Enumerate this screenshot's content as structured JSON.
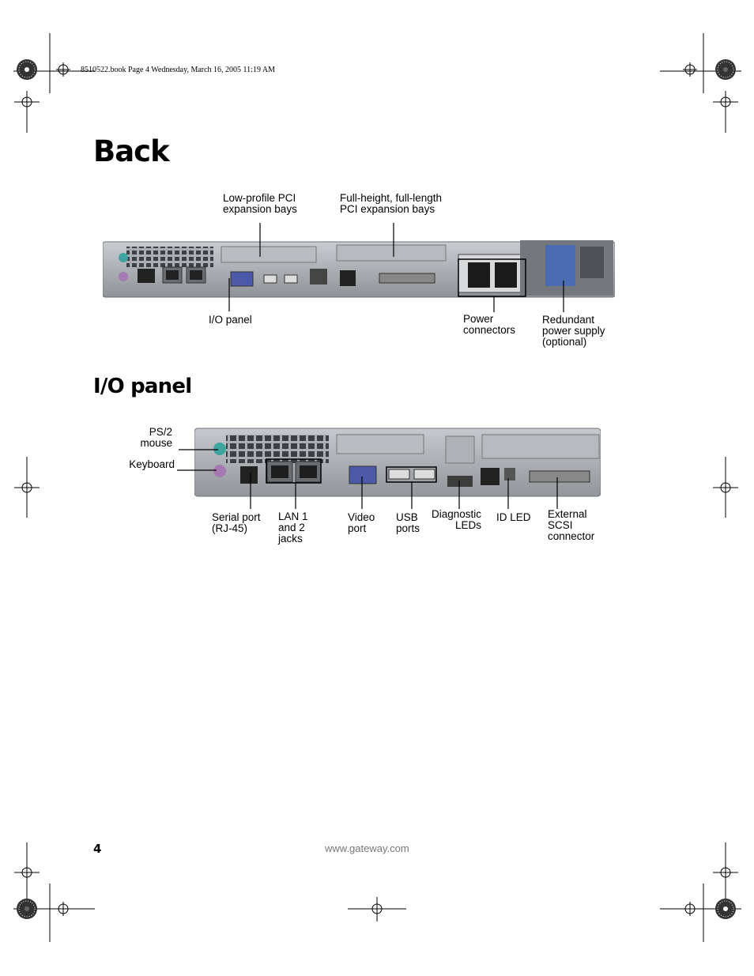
{
  "slug": "8510522.book  Page 4  Wednesday, March 16, 2005  11:19 AM",
  "sections": {
    "back": {
      "title": "Back",
      "callouts": {
        "low_profile_pci": "Low-profile PCI\nexpansion bays",
        "full_height_pci": "Full-height, full-length\nPCI expansion bays",
        "io_panel": "I/O panel",
        "power_connectors": "Power\nconnectors",
        "redundant_power": "Redundant\npower supply\n(optional)"
      }
    },
    "io_panel": {
      "title": "I/O panel",
      "callouts": {
        "ps2_mouse": "PS/2\nmouse",
        "keyboard": "Keyboard",
        "serial_port": "Serial port\n(RJ-45)",
        "lan": "LAN 1\nand 2\njacks",
        "video": "Video\nport",
        "usb": "USB\nports",
        "diagnostic": "Diagnostic\nLEDs",
        "id_led": "ID LED",
        "scsi": "External\nSCSI\nconnector"
      }
    }
  },
  "footer": {
    "page_number": "4",
    "url": "www.gateway.com"
  }
}
